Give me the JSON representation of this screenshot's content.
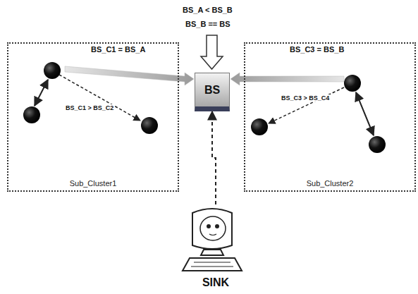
{
  "diagram": {
    "nodes": [
      {
        "text": [
          "Sub_Cluster1"
        ]
      },
      {
        "text": [
          "BS"
        ]
      },
      {
        "text": [
          "Sub_Cluster2"
        ]
      },
      {
        "text": [
          "SINK"
        ]
      }
    ],
    "edges": [
      {
        "from": 3,
        "to": 1,
        "arrow": "to"
      }
    ],
    "labels": [
      "BS_A < BS_B",
      "BS_B == BS",
      "BS_C1 = BS_A",
      "BS_C1 > BS_C2",
      "BS_C3 = BS_B",
      "BS_C3 > BS_C4"
    ]
  }
}
